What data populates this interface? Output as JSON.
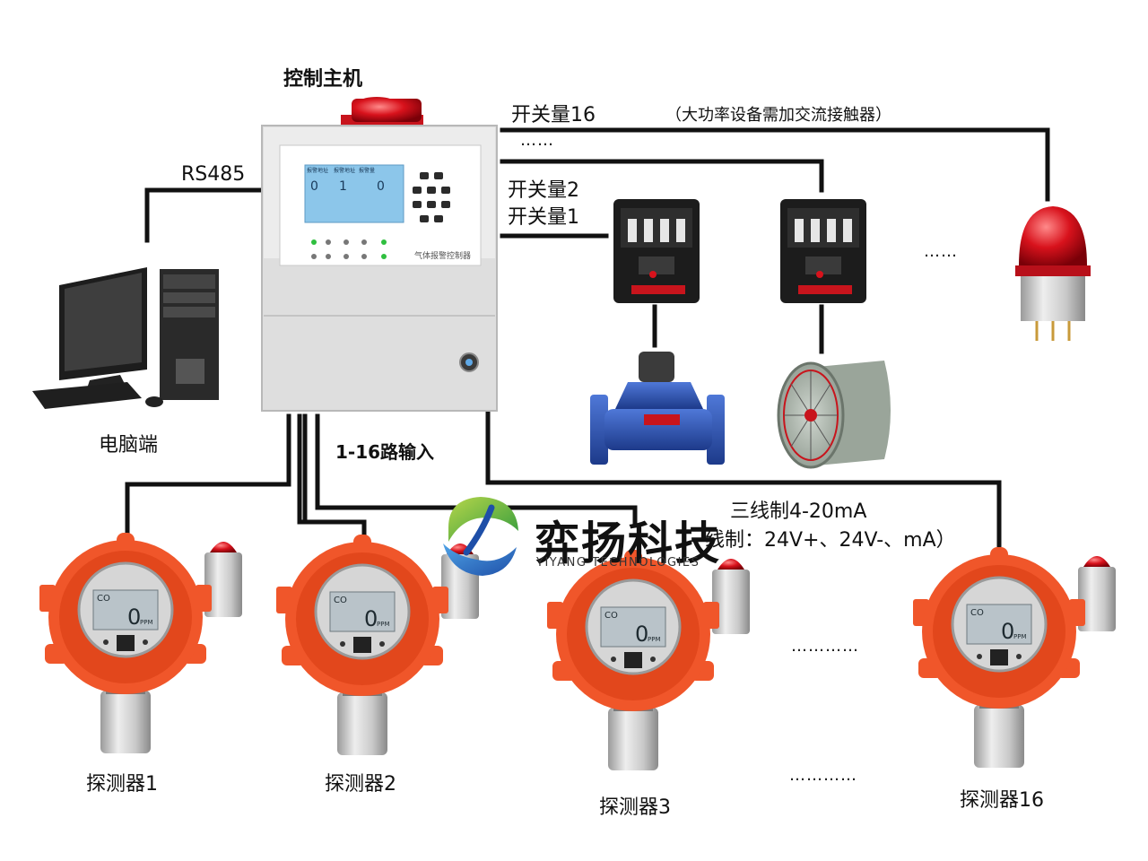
{
  "labels": {
    "host": "控制主机",
    "rs485": "RS485",
    "computer": "电脑端",
    "switch16": "开关量16",
    "switch16_note": "（大功率设备需加交流接触器）",
    "switch_dots": "……",
    "switch2": "开关量2",
    "switch1": "开关量1",
    "inputs": "1-16路输入",
    "wiring_line1": "三线制4-20mA",
    "wiring_line2": "线制：24V+、24V-、mA）",
    "relay_dots": "……",
    "detector_dots_top": "…………",
    "detector_dots_bottom": "…………"
  },
  "panel": {
    "title": "气体报警控制器",
    "tab1": "报警地址",
    "tab2": "报警地址",
    "tab3": "报警量",
    "digit1": "0",
    "digit2": "1",
    "digit3": "0"
  },
  "detectors": [
    {
      "label": "探测器1",
      "gas": "CO",
      "reading": "0",
      "unit": "PPM"
    },
    {
      "label": "探测器2",
      "gas": "CO",
      "reading": "0",
      "unit": "PPM"
    },
    {
      "label": "探测器3",
      "gas": "CO",
      "reading": "0",
      "unit": "PPM"
    },
    {
      "label": "探测器16",
      "gas": "CO",
      "reading": "0",
      "unit": "PPM"
    }
  ],
  "brand": {
    "name_cn": "弈扬科技",
    "name_en": "YIYANG TECHNOLOGIES"
  },
  "colors": {
    "line": "#111111",
    "detector_orange": "#f0562a",
    "beacon_red": "#d8121c",
    "valve_blue": "#2a52b5",
    "panel_grey": "#e4e4e4",
    "screen_blue": "#8cc6ea"
  }
}
